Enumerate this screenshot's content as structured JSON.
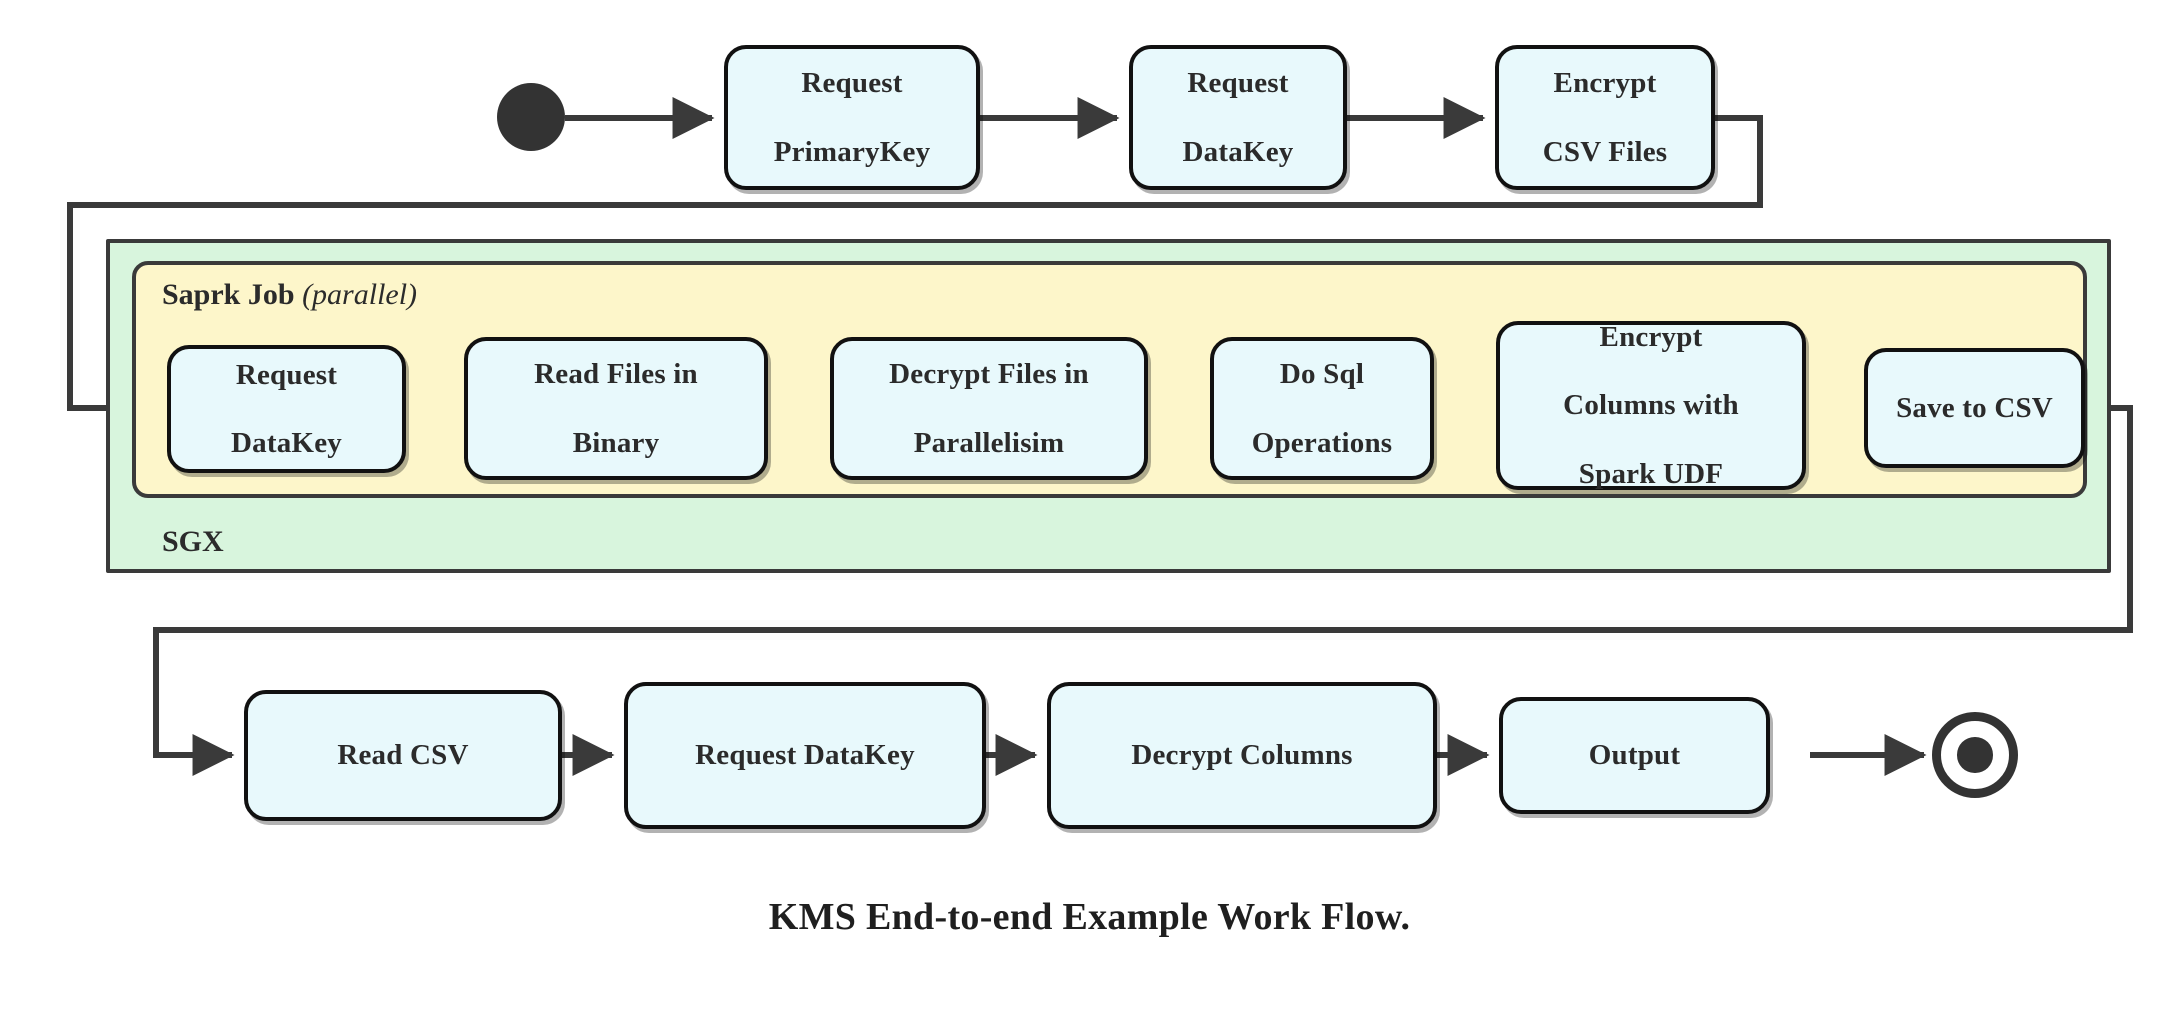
{
  "diagram": {
    "caption": "KMS End-to-end Example Work Flow.",
    "colors": {
      "node_fill": "#e8f9fc",
      "node_stroke": "#111111",
      "sgx_fill": "#d8f5dd",
      "spark_fill": "#fdf6ca",
      "region_stroke": "#3a3a3a",
      "line": "#3a3a3a",
      "text": "#2b2b2b"
    },
    "start_marker": "filled-circle",
    "end_marker": "bullseye-circle",
    "regions": [
      {
        "id": "sgx",
        "label": "SGX",
        "label_suffix": ""
      },
      {
        "id": "spark",
        "label": "Saprk Job",
        "label_suffix": "(parallel)",
        "suffix_style": "italic"
      }
    ],
    "rows": {
      "top": {
        "nodes": [
          {
            "id": "request-primarykey",
            "lines": [
              "Request",
              "PrimaryKey"
            ]
          },
          {
            "id": "request-datakey-top",
            "lines": [
              "Request",
              "DataKey"
            ]
          },
          {
            "id": "encrypt-csv-files",
            "lines": [
              "Encrypt",
              "CSV Files"
            ]
          }
        ]
      },
      "spark": {
        "nodes": [
          {
            "id": "request-datakey-spark",
            "lines": [
              "Request",
              "DataKey"
            ]
          },
          {
            "id": "read-files-in-binary",
            "lines": [
              "Read Files in",
              "Binary"
            ]
          },
          {
            "id": "decrypt-files-in-parallelisim",
            "lines": [
              "Decrypt Files in",
              "Parallelisim"
            ]
          },
          {
            "id": "do-sql-operations",
            "lines": [
              "Do Sql",
              "Operations"
            ]
          },
          {
            "id": "encrypt-columns-with-spark-udf",
            "lines": [
              "Encrypt",
              "Columns with",
              "Spark UDF"
            ]
          },
          {
            "id": "save-to-csv",
            "lines": [
              "Save to CSV"
            ]
          }
        ]
      },
      "bottom": {
        "nodes": [
          {
            "id": "read-csv",
            "lines": [
              "Read CSV"
            ]
          },
          {
            "id": "request-datakey-bottom",
            "lines": [
              "Request DataKey"
            ]
          },
          {
            "id": "decrypt-columns",
            "lines": [
              "Decrypt Columns"
            ]
          },
          {
            "id": "output",
            "lines": [
              "Output"
            ]
          }
        ]
      }
    },
    "edges": [
      {
        "from": "start",
        "to": "request-primarykey"
      },
      {
        "from": "request-primarykey",
        "to": "request-datakey-top"
      },
      {
        "from": "request-datakey-top",
        "to": "encrypt-csv-files"
      },
      {
        "from": "encrypt-csv-files",
        "to": "request-datakey-spark",
        "routing": "right-down-left-down-right"
      },
      {
        "from": "request-datakey-spark",
        "to": "read-files-in-binary"
      },
      {
        "from": "read-files-in-binary",
        "to": "decrypt-files-in-parallelisim"
      },
      {
        "from": "decrypt-files-in-parallelisim",
        "to": "do-sql-operations"
      },
      {
        "from": "do-sql-operations",
        "to": "encrypt-columns-with-spark-udf"
      },
      {
        "from": "encrypt-columns-with-spark-udf",
        "to": "save-to-csv"
      },
      {
        "from": "save-to-csv",
        "to": "read-csv",
        "routing": "right-down-left-down-right"
      },
      {
        "from": "read-csv",
        "to": "request-datakey-bottom"
      },
      {
        "from": "request-datakey-bottom",
        "to": "decrypt-columns"
      },
      {
        "from": "decrypt-columns",
        "to": "output"
      },
      {
        "from": "output",
        "to": "end"
      }
    ]
  }
}
